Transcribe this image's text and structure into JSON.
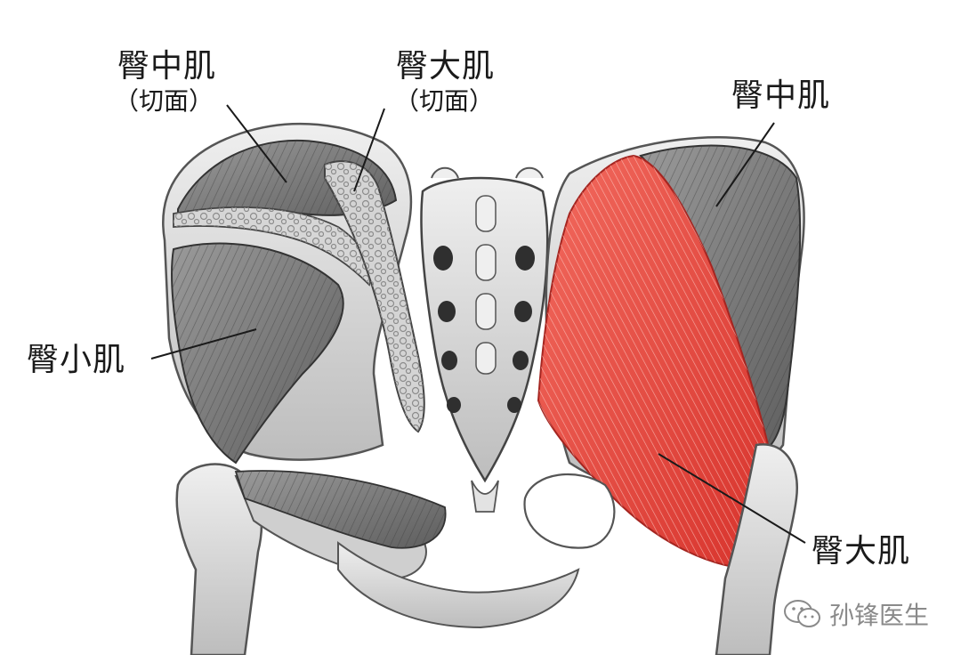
{
  "labels": {
    "gluteus_medius_left": "臀中肌",
    "gluteus_medius_left_note": "（切面）",
    "gluteus_maximus_top": "臀大肌",
    "gluteus_maximus_top_note": "（切面）",
    "gluteus_medius_right": "臀中肌",
    "gluteus_minimus": "臀小肌",
    "gluteus_maximus_right": "臀大肌"
  },
  "watermark": {
    "text": "孙锋医生",
    "icon": "wechat-icon"
  },
  "colors": {
    "muscle_red": "#e8443c",
    "bone": "#d9d9d9",
    "muscle_grey": "#7d7d7d"
  }
}
